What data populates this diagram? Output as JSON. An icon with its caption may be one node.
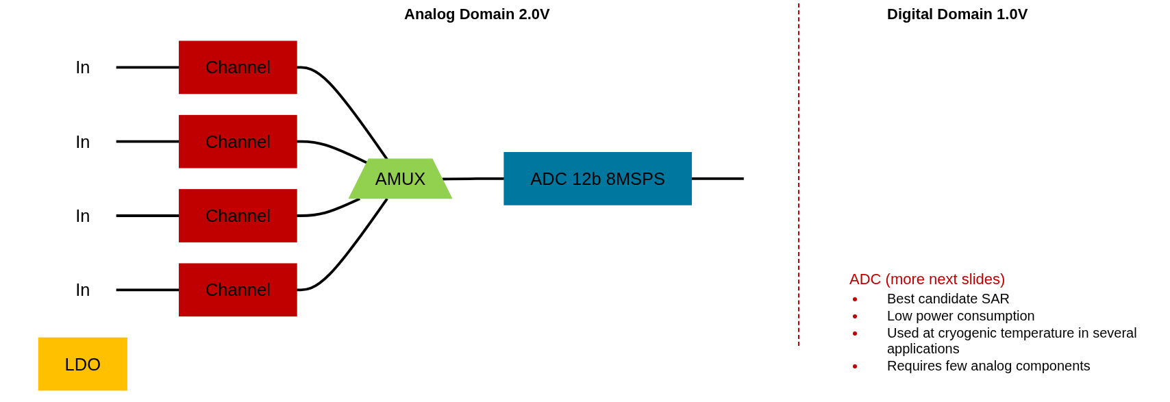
{
  "diagram": {
    "nodes": [
      {
        "text": [
          "In"
        ]
      },
      {
        "text": [
          "Channel"
        ]
      },
      {
        "text": [
          "In"
        ]
      },
      {
        "text": [
          "Channel"
        ]
      },
      {
        "text": [
          "In"
        ]
      },
      {
        "text": [
          "Channel"
        ]
      },
      {
        "text": [
          "In"
        ]
      },
      {
        "text": [
          "Channel"
        ]
      },
      {
        "text": [
          "AMUX"
        ]
      },
      {
        "text": [
          "ADC 12b 8MSPS"
        ]
      },
      {
        "text": [
          "LDO"
        ]
      }
    ],
    "edges": [
      {
        "from": 0,
        "to": 1,
        "arrow": "none"
      },
      {
        "from": 2,
        "to": 3,
        "arrow": "none"
      },
      {
        "from": 4,
        "to": 5,
        "arrow": "none"
      },
      {
        "from": 6,
        "to": 7,
        "arrow": "none"
      },
      {
        "from": 1,
        "to": 8,
        "arrow": "none"
      },
      {
        "from": 3,
        "to": 8,
        "arrow": "none"
      },
      {
        "from": 5,
        "to": 8,
        "arrow": "none"
      },
      {
        "from": 7,
        "to": 8,
        "arrow": "none"
      },
      {
        "from": 8,
        "to": 9,
        "arrow": "none"
      },
      {
        "from": 9,
        "to": null,
        "arrow": "none"
      }
    ],
    "labels": [
      "Analog Domain 2.0V",
      "Digital Domain 1.0V",
      "ADC (more next slides)",
      "Best candidate SAR",
      "Low power consumption",
      "Used at cryogenic temperature in several applications",
      "Requires few analog components"
    ]
  }
}
